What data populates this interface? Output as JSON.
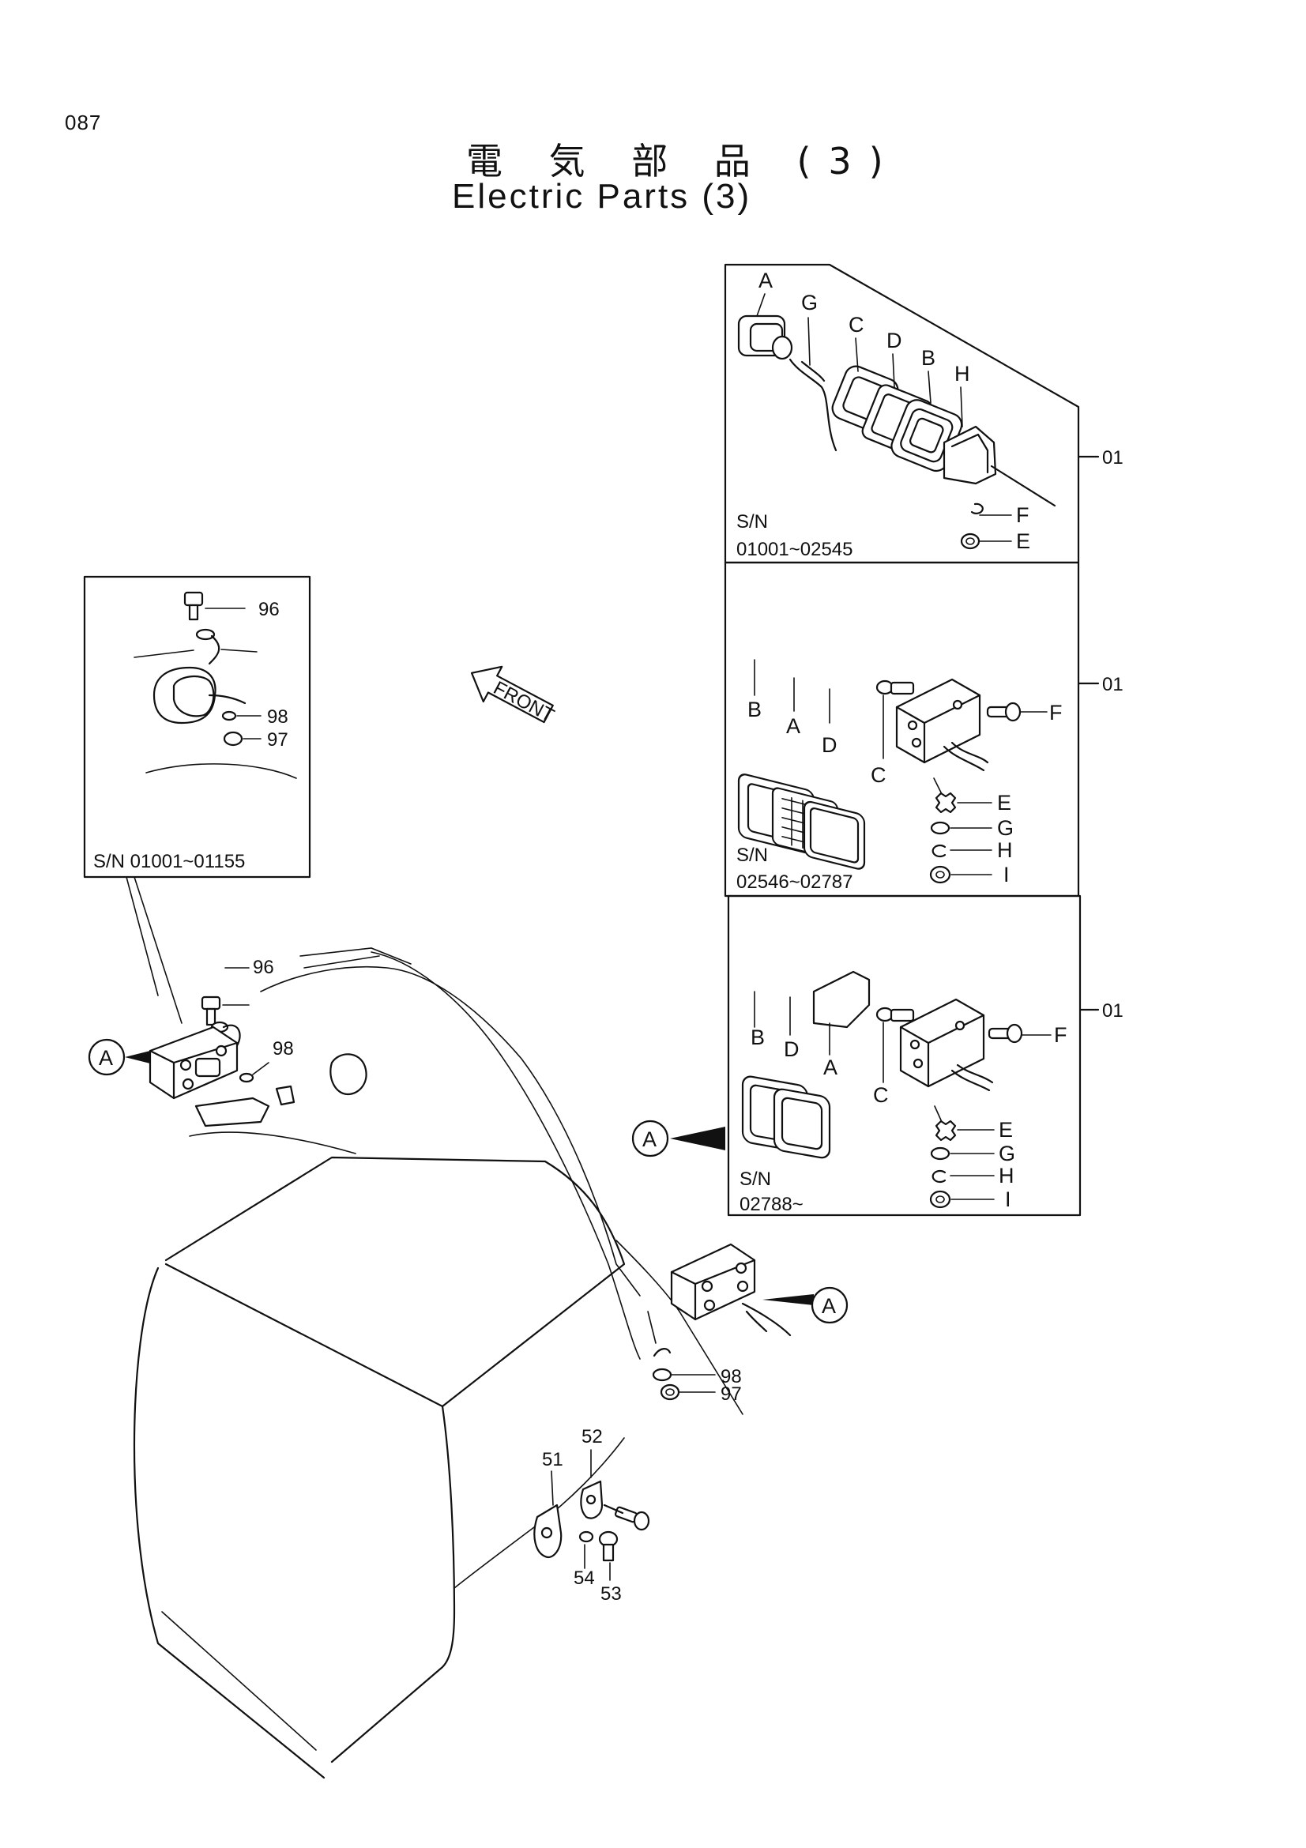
{
  "page_number": "087",
  "title_jp": "電 気 部 品 (3)",
  "title_en": "Electric Parts (3)",
  "front_label": "FRONT",
  "panels": {
    "p1": {
      "sn_label": "S/N",
      "sn_range": "01001~02545",
      "ref": "01",
      "letters": {
        "a": "A",
        "g": "G",
        "c": "C",
        "d": "D",
        "b": "B",
        "h": "H",
        "f": "F",
        "e": "E"
      }
    },
    "p2": {
      "sn_label": "S/N",
      "sn_range": "02546~02787",
      "ref": "01",
      "letters": {
        "b": "B",
        "a": "A",
        "d": "D",
        "c": "C",
        "f": "F",
        "e": "E",
        "g": "G",
        "h": "H",
        "i": "I"
      }
    },
    "p3": {
      "sn_label": "S/N",
      "sn_range": "02788~",
      "ref": "01",
      "letters": {
        "b": "B",
        "d": "D",
        "a": "A",
        "c": "C",
        "f": "F",
        "e": "E",
        "g": "G",
        "h": "H",
        "i": "I"
      }
    },
    "left": {
      "sn_text": "S/N 01001~01155",
      "refs": {
        "r96": "96",
        "r98": "98",
        "r97": "97"
      }
    }
  },
  "callouts": {
    "left_lamp": "A",
    "panel": "A",
    "right_lamp": "A"
  },
  "refs": {
    "r96": "96",
    "r98": "98",
    "r98b": "98",
    "r97": "97",
    "r51": "51",
    "r52": "52",
    "r53": "53",
    "r54": "54"
  }
}
